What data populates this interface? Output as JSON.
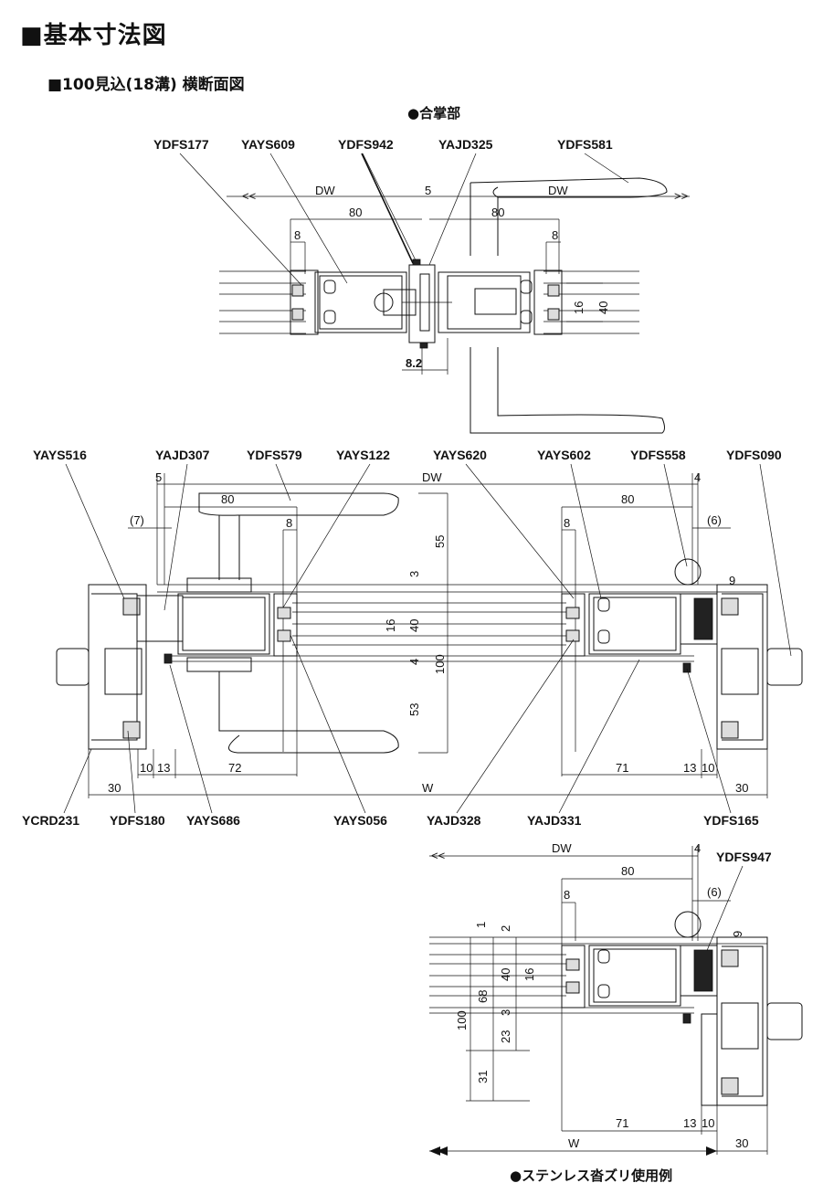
{
  "title": "■基本寸法図",
  "subtitle": "■100見込(18溝) 横断面図",
  "section_meeting": "●合掌部",
  "section_stainless": "●ステンレス沓ズリ使用例",
  "top_parts": [
    "YDFS177",
    "YAYS609",
    "YDFS942",
    "YAJD325",
    "YDFS581"
  ],
  "middle_top_parts": [
    "YAYS516",
    "YAJD307",
    "YDFS579",
    "YAYS122",
    "YAYS620",
    "YAYS602",
    "YDFS558",
    "YDFS090"
  ],
  "middle_bottom_parts": [
    "YCRD231",
    "YDFS180",
    "YAYS686",
    "YAYS056",
    "YAJD328",
    "YAJD331",
    "YDFS165"
  ],
  "bottom_parts": [
    "YDFS947"
  ],
  "dims_top": {
    "dw_left": "DW",
    "dw_right": "DW",
    "five": "5",
    "eighty_left": "80",
    "eighty_right": "80",
    "eight_left": "8",
    "eight_right": "8",
    "sixteen": "16",
    "forty": "40",
    "eight_two": "8.2"
  },
  "dims_middle": {
    "five": "5",
    "dw": "DW",
    "four": "4",
    "eighty_left": "80",
    "eighty_right": "80",
    "seven": "(7)",
    "six": "(6)",
    "eight_left": "8",
    "eight_right": "8",
    "nine": "9",
    "fiftyfive": "55",
    "three": "3",
    "sixteen": "16",
    "forty": "40",
    "four_b": "4",
    "hundred": "100",
    "fiftythree": "53",
    "ten_left": "10",
    "thirteen_left": "13",
    "seventytwo": "72",
    "seventyone": "71",
    "thirteen_right": "13",
    "ten_right": "10",
    "thirty_left": "30",
    "w": "W",
    "thirty_right": "30"
  },
  "dims_bottom": {
    "dw": "DW",
    "four": "4",
    "eighty": "80",
    "eight": "8",
    "six": "(6)",
    "nine": "9",
    "one": "1",
    "two": "2",
    "forty": "40",
    "sixteen": "16",
    "sixtyeight": "68",
    "hundred": "100",
    "three": "3",
    "twentythree": "23",
    "thirtyone": "31",
    "seventyone": "71",
    "thirteen": "13",
    "ten": "10",
    "w": "W",
    "thirty": "30"
  }
}
